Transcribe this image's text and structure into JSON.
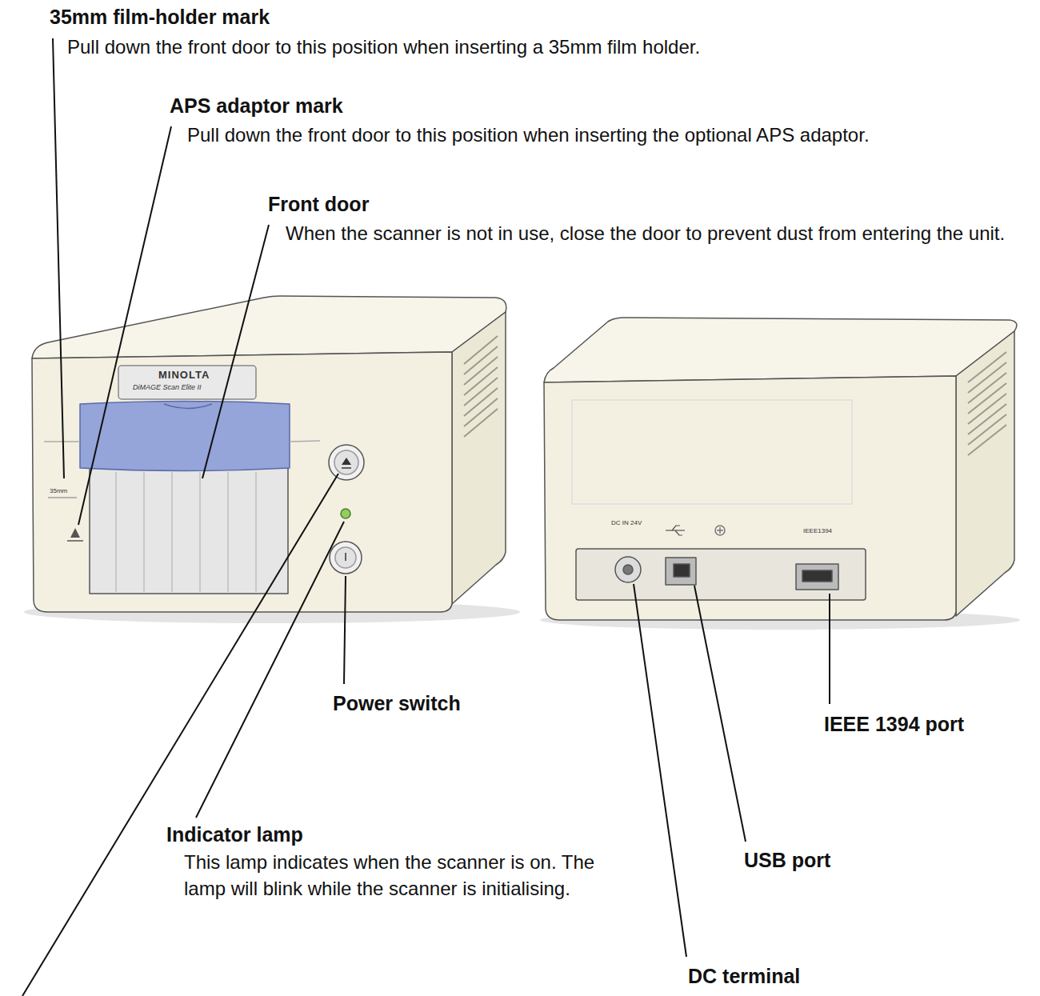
{
  "diagram": {
    "labels": [
      "35mm film-holder mark",
      "Pull down the front door to this position when inserting a 35mm film holder.",
      "APS adaptor mark",
      "Pull down the front door to this position when inserting the optional APS adaptor.",
      "Front door",
      "When the scanner is not in use, close the door to prevent dust from entering the unit.",
      "Power switch",
      "IEEE 1394 port",
      "Indicator lamp",
      "This lamp indicates when the scanner is on. The lamp will blink while the scanner is initialising.",
      "USB port",
      "DC terminal",
      "MINOLTA",
      "DiMAGE Scan Elite II",
      "35mm",
      "DC IN 24V",
      "IEEE1394"
    ]
  }
}
